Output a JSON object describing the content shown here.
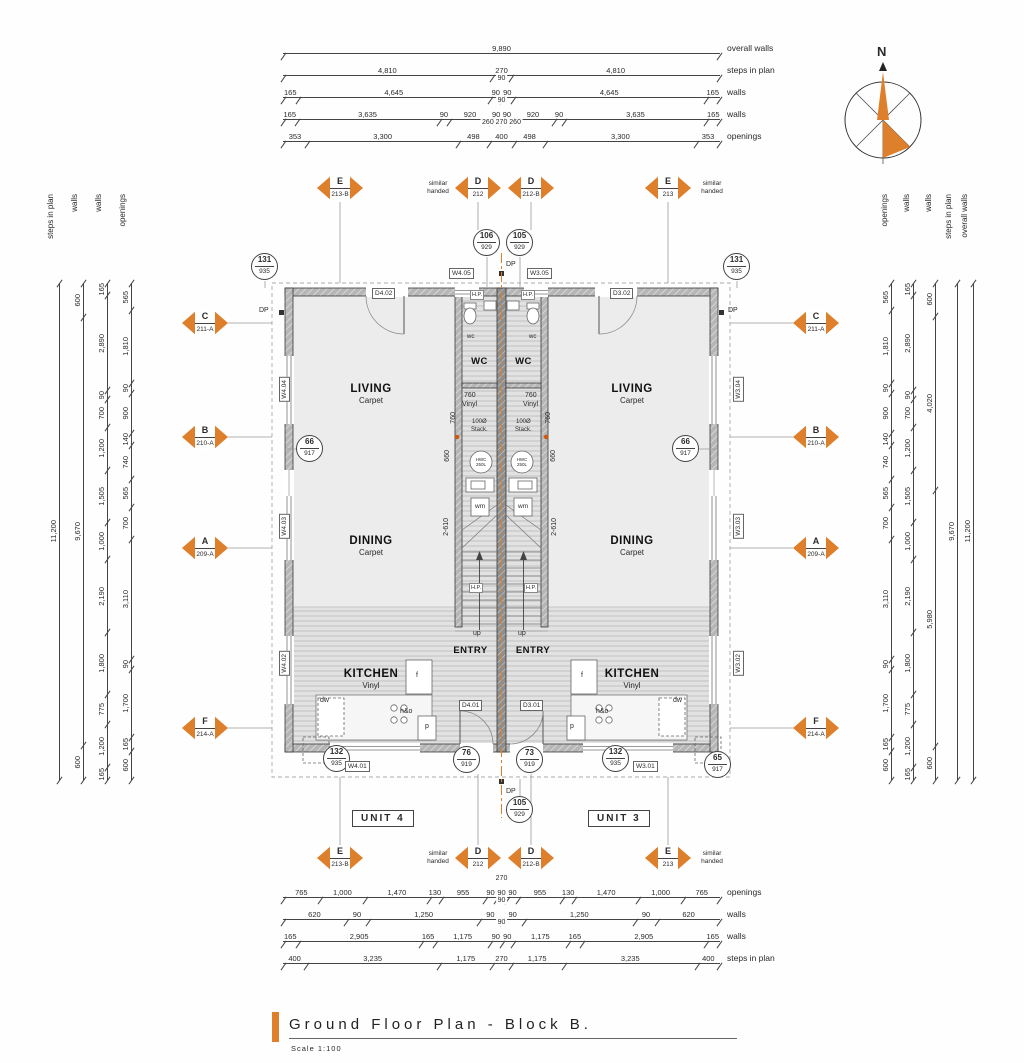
{
  "sheet": {
    "title": "Ground Floor Plan - Block B.",
    "scale": "Scale 1:100"
  },
  "compass": {
    "north": "N"
  },
  "units": {
    "left": "UNIT 4",
    "right": "UNIT 3"
  },
  "top_dims": [
    {
      "label": "overall walls",
      "over": "",
      "values": [
        "9,890"
      ]
    },
    {
      "label": "steps in plan",
      "over": "",
      "values": [
        "4,810",
        "270",
        "4,810"
      ]
    },
    {
      "label": "walls",
      "over": "90",
      "values": [
        "165",
        "4,645",
        "90",
        "90",
        "4,645",
        "165"
      ]
    },
    {
      "label": "walls",
      "over": "90",
      "values": [
        "165",
        "3,635",
        "90",
        "920",
        "90",
        "90",
        "920",
        "90",
        "3,635",
        "165"
      ]
    },
    {
      "label": "openings",
      "over": "260 270 260",
      "values": [
        "353",
        "3,300",
        "498",
        "400",
        "498",
        "3,300",
        "353"
      ]
    }
  ],
  "bottom_dims": [
    {
      "label": "openings",
      "over": "270",
      "values": [
        "765",
        "1,000",
        "1,470",
        "130",
        "955",
        "90",
        "90",
        "90",
        "955",
        "130",
        "1,470",
        "1,000",
        "765"
      ]
    },
    {
      "label": "walls",
      "over": "90",
      "values": [
        "620",
        "90",
        "1,250",
        "90",
        "90",
        "1,250",
        "90",
        "620"
      ]
    },
    {
      "label": "walls",
      "over": "90",
      "values": [
        "165",
        "2,905",
        "165",
        "1,175",
        "90",
        "90",
        "1,175",
        "165",
        "2,905",
        "165"
      ]
    },
    {
      "label": "steps in plan",
      "over": "",
      "values": [
        "400",
        "3,235",
        "1,175",
        "270",
        "1,175",
        "3,235",
        "400"
      ]
    }
  ],
  "left_dims": {
    "labels": [
      "steps in plan",
      "walls",
      "walls",
      "openings"
    ],
    "columns": [
      [
        "11,200"
      ],
      [
        "600",
        "9,670",
        "600"
      ],
      [
        "165",
        "2,890",
        "90",
        "700",
        "1,200",
        "1,505",
        "1,000",
        "2,190",
        "1,800",
        "775",
        "1,200",
        "165"
      ],
      [
        "565",
        "1,810",
        "90",
        "900",
        "140",
        "740",
        "565",
        "700",
        "3,110",
        "90",
        "1,700",
        "165",
        "600"
      ]
    ]
  },
  "right_dims": {
    "labels": [
      "openings",
      "walls",
      "walls",
      "steps in plan",
      "overall walls"
    ],
    "columns": [
      [
        "565",
        "1,810",
        "90",
        "900",
        "140",
        "740",
        "565",
        "700",
        "3,110",
        "90",
        "1,700",
        "165",
        "600"
      ],
      [
        "165",
        "2,890",
        "90",
        "700",
        "1,200",
        "1,505",
        "1,000",
        "2,190",
        "1,800",
        "775",
        "1,200",
        "165"
      ],
      [
        "600",
        "4,020",
        "5,980",
        "600"
      ],
      [
        "9,670"
      ],
      [
        "11,200"
      ]
    ]
  },
  "grid_markers": {
    "e213b": {
      "letter": "E",
      "number": "213-B"
    },
    "d212": {
      "letter": "D",
      "number": "212"
    },
    "d212b": {
      "letter": "D",
      "number": "212-B"
    },
    "e213": {
      "letter": "E",
      "number": "213"
    },
    "c211a": {
      "letter": "C",
      "number": "211-A"
    },
    "b210a": {
      "letter": "B",
      "number": "210-A"
    },
    "a209a": {
      "letter": "A",
      "number": "209-A"
    },
    "f214a": {
      "letter": "F",
      "number": "214-A"
    },
    "note": "similar handed"
  },
  "circle_markers": {
    "m106": {
      "top": "106",
      "bottom": "929"
    },
    "m105": {
      "top": "105",
      "bottom": "929"
    },
    "m131": {
      "top": "131",
      "bottom": "935"
    },
    "m66": {
      "top": "66",
      "bottom": "917"
    },
    "m132": {
      "top": "132",
      "bottom": "935"
    },
    "m76": {
      "top": "76",
      "bottom": "919"
    },
    "m73": {
      "top": "73",
      "bottom": "919"
    },
    "m65": {
      "top": "65",
      "bottom": "917"
    }
  },
  "plan": {
    "rooms": {
      "living": {
        "name": "LIVING",
        "finish": "Carpet"
      },
      "dining": {
        "name": "DINING",
        "finish": "Carpet"
      },
      "kitchen": {
        "name": "KITCHEN",
        "finish": "Vinyl"
      },
      "entry": {
        "name": "ENTRY"
      },
      "wc": {
        "name": "WC"
      }
    },
    "tags": {
      "w405": "W4.05",
      "w305": "W3.05",
      "d402": "D4.02",
      "d302": "D3.02",
      "w404": "W4.04",
      "w304": "W3.04",
      "w403": "W4.03",
      "w303": "W3.03",
      "w402": "W4.02",
      "w302": "W3.02",
      "w401": "W4.01",
      "w301": "W3.01",
      "d401": "D4.01",
      "d301": "D3.01"
    },
    "ann": {
      "dp": "DP",
      "hp": "H.P.",
      "wc": "wc",
      "d760": "760",
      "vinyl": "Vinyl",
      "stack_dia": "100Ø",
      "stack_word": "Stack.",
      "d660": "660",
      "hwc": "HWC 250L",
      "wm": "wm",
      "d2610": "2-610",
      "up": "up",
      "dw": "dw",
      "f": "f",
      "p": "p",
      "ho": "h&o"
    }
  },
  "colors": {
    "accent": "#dd7f2b"
  }
}
